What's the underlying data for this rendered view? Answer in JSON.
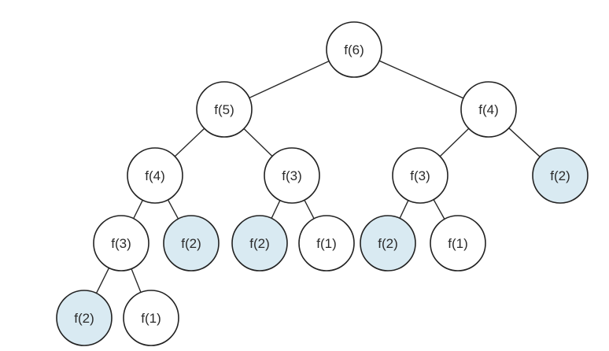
{
  "diagram": {
    "colors": {
      "default_fill": "#ffffff",
      "highlight_fill": "#d9eaf2",
      "stroke": "#222222",
      "text": "#2b2b2b"
    },
    "nodes": [
      {
        "id": "n1",
        "label": "f(6)",
        "highlighted": false
      },
      {
        "id": "n2",
        "label": "f(5)",
        "highlighted": false
      },
      {
        "id": "n3",
        "label": "f(4)",
        "highlighted": false
      },
      {
        "id": "n4",
        "label": "f(4)",
        "highlighted": false
      },
      {
        "id": "n5",
        "label": "f(3)",
        "highlighted": false
      },
      {
        "id": "n6",
        "label": "f(3)",
        "highlighted": false
      },
      {
        "id": "n7",
        "label": "f(2)",
        "highlighted": true
      },
      {
        "id": "n8",
        "label": "f(3)",
        "highlighted": false
      },
      {
        "id": "n9",
        "label": "f(2)",
        "highlighted": true
      },
      {
        "id": "n10",
        "label": "f(2)",
        "highlighted": true
      },
      {
        "id": "n11",
        "label": "f(1)",
        "highlighted": false
      },
      {
        "id": "n12",
        "label": "f(2)",
        "highlighted": true
      },
      {
        "id": "n13",
        "label": "f(1)",
        "highlighted": false
      },
      {
        "id": "n14",
        "label": "f(2)",
        "highlighted": true
      },
      {
        "id": "n15",
        "label": "f(1)",
        "highlighted": false
      }
    ],
    "edges": [
      [
        "n1",
        "n2"
      ],
      [
        "n1",
        "n3"
      ],
      [
        "n2",
        "n4"
      ],
      [
        "n2",
        "n5"
      ],
      [
        "n3",
        "n6"
      ],
      [
        "n3",
        "n7"
      ],
      [
        "n4",
        "n8"
      ],
      [
        "n4",
        "n9"
      ],
      [
        "n5",
        "n10"
      ],
      [
        "n5",
        "n11"
      ],
      [
        "n6",
        "n12"
      ],
      [
        "n6",
        "n13"
      ],
      [
        "n8",
        "n14"
      ],
      [
        "n8",
        "n15"
      ]
    ]
  }
}
